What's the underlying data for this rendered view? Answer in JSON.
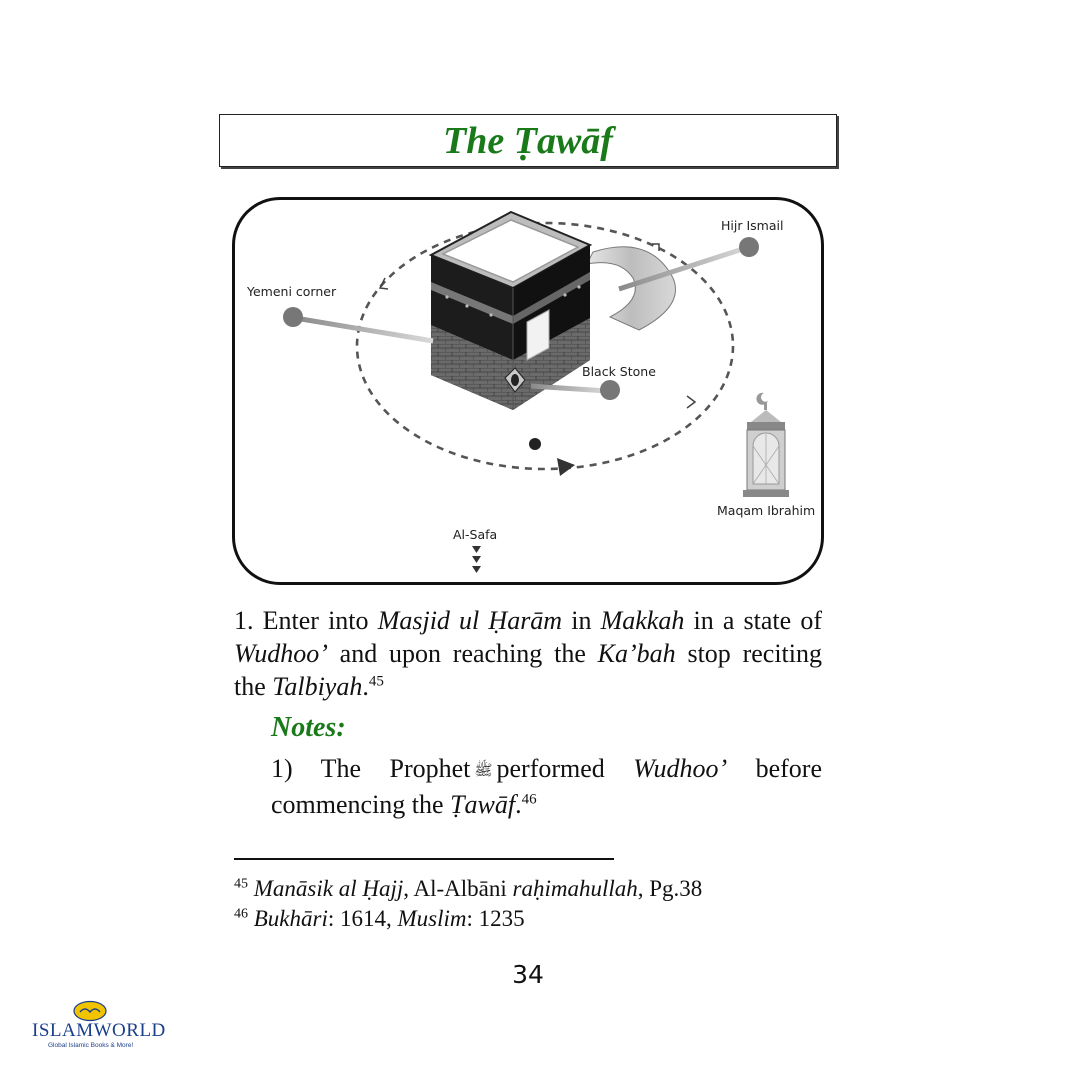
{
  "page": {
    "title": "The Ṭawāf",
    "page_number": "34"
  },
  "diagram": {
    "labels": {
      "hijr_ismail": "Hijr Ismail",
      "yemeni_corner": "Yemeni corner",
      "black_stone": "Black Stone",
      "maqam_ibrahim": "Maqam Ibrahim",
      "al_safa": "Al-Safa"
    }
  },
  "paragraph1": {
    "t1": "1. Enter into ",
    "masjid": "Masjid ul Ḥarām",
    "t2": " in ",
    "makkah": "Makkah",
    "t3": " in a state of ",
    "wudhoo": "Wudhoo’",
    "t4": " and upon reaching the ",
    "kabah": "Ka’bah",
    "t5": " stop reciting the ",
    "talbiyah": "Talbiyah",
    "t6": ".",
    "ref": "45"
  },
  "notes": {
    "heading": "Notes:",
    "note1": {
      "t1": "1) The Prophet",
      "honorific": "ﷺ",
      "t2": "performed ",
      "wudhoo": "Wudhoo’",
      "t3": " before commencing the ",
      "tawaf": "Ṭawāf",
      "t4": ".",
      "ref": "46"
    }
  },
  "footnotes": [
    {
      "num": "45",
      "book": "Manāsik al Ḥajj",
      "t1": ", Al-Albāni ",
      "honor": "raḥimahullah",
      "t2": ", Pg.38"
    },
    {
      "num": "46",
      "book1": "Bukhāri",
      "t1": ": 1614, ",
      "book2": "Muslim",
      "t2": ": 1235"
    }
  ],
  "logo": {
    "wordmark": "ISLAMWORLD",
    "tagline": "Global Islamic Books & More!"
  },
  "colors": {
    "heading_green": "#1a7a1a",
    "logo_blue": "#1b3f8a",
    "logo_yellow": "#f2c400"
  }
}
